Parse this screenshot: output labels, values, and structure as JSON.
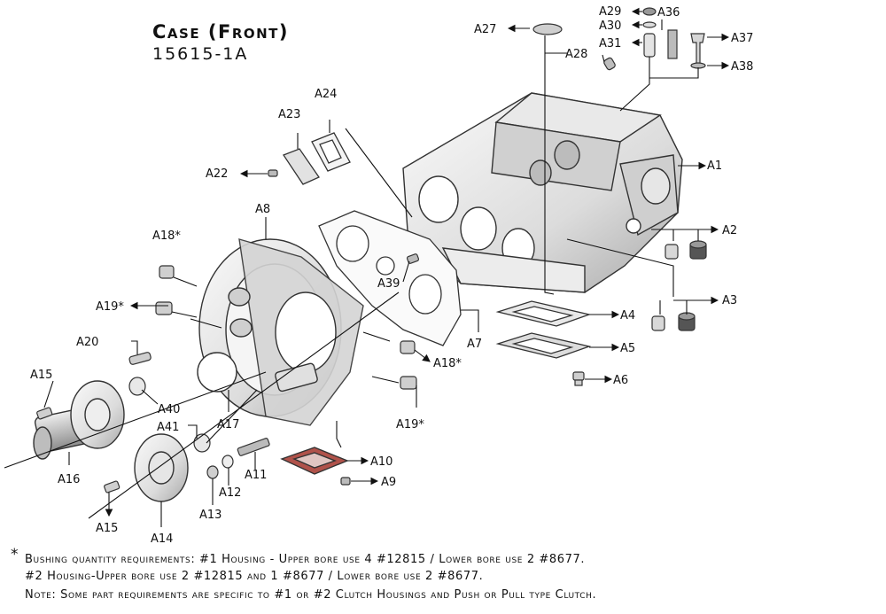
{
  "header": {
    "title": "Case (Front)",
    "part_number": "15615-1A"
  },
  "labels": {
    "A1": "A1",
    "A2": "A2",
    "A3": "A3",
    "A4": "A4",
    "A5": "A5",
    "A6": "A6",
    "A7": "A7",
    "A8": "A8",
    "A9": "A9",
    "A10": "A10",
    "A11": "A11",
    "A12": "A12",
    "A13": "A13",
    "A14": "A14",
    "A15a": "A15",
    "A15b": "A15",
    "A16": "A16",
    "A17": "A17",
    "A18a": "A18*",
    "A18b": "A18*",
    "A19a": "A19*",
    "A19b": "A19*",
    "A20": "A20",
    "A22": "A22",
    "A23": "A23",
    "A24": "A24",
    "A27": "A27",
    "A28": "A28",
    "A29": "A29",
    "A30": "A30",
    "A31": "A31",
    "A36": "A36",
    "A37": "A37",
    "A38": "A38",
    "A39": "A39",
    "A40": "A40",
    "A41": "A41"
  },
  "footnotes": {
    "star": "*",
    "line1": "Bushing quantity requirements: #1 Housing - Upper bore use 4 #12815 / Lower bore use 2 #8677.",
    "line2": "#2 Housing-Upper bore use 2 #12815 and 1 #8677 / Lower bore use 2 #8677.",
    "line3": "Note: Some part requirements are specific to #1 or #2 Clutch Housings and Push or Pull type Clutch."
  },
  "colors": {
    "ink": "#111111",
    "metal_light": "#f2f2f2",
    "metal_mid": "#cfcfcf",
    "metal_dark": "#8a8a8a",
    "gasket_red": "#b0524a"
  }
}
